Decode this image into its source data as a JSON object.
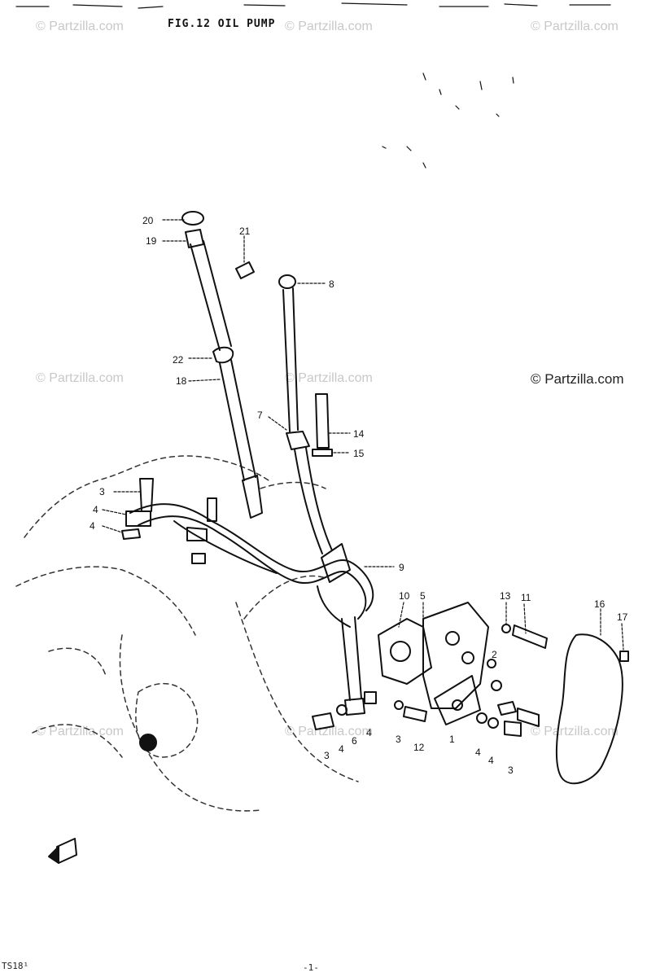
{
  "title": "FIG.12  OIL PUMP",
  "watermark": "© Partzilla.com",
  "watermark_dark": "© Partzilla.com",
  "footer_left": "TS18¹",
  "footer_center": "-1-",
  "callouts": [
    "20",
    "19",
    "21",
    "8",
    "22",
    "18",
    "7",
    "14",
    "15",
    "3",
    "4",
    "4",
    "9",
    "10",
    "5",
    "13",
    "11",
    "16",
    "17",
    "2",
    "3",
    "4",
    "6",
    "4",
    "3",
    "12",
    "1",
    "4",
    "4",
    "3"
  ]
}
